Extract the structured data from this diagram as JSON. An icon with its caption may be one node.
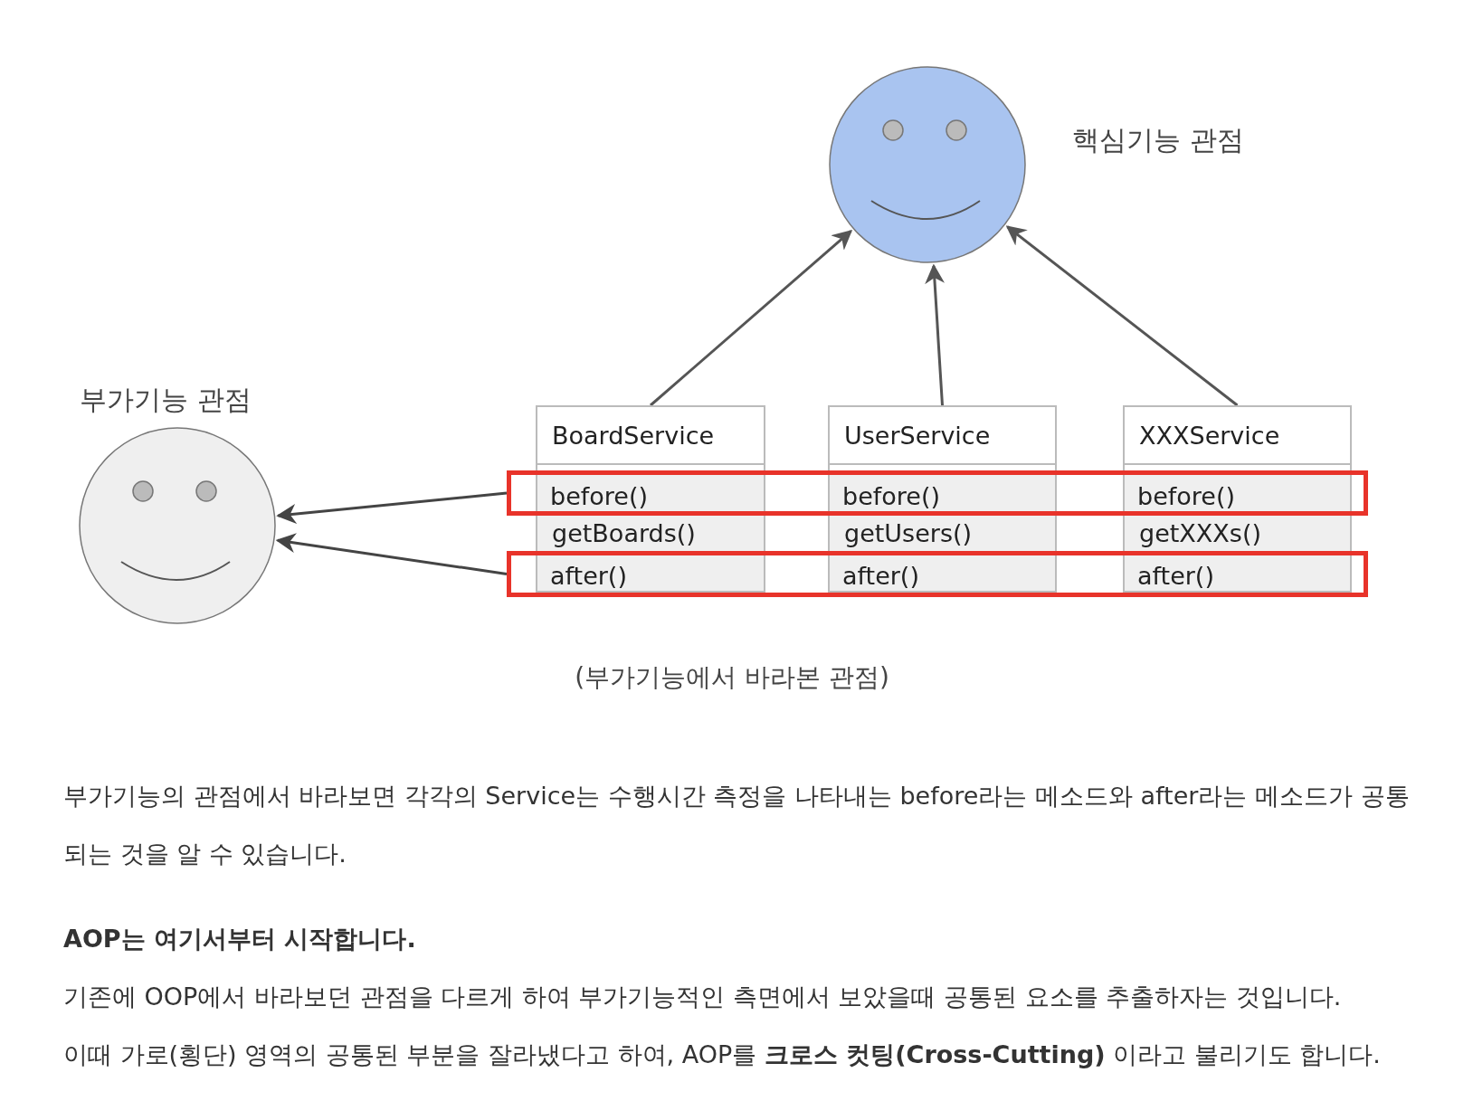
{
  "diagram": {
    "caption": "(부가기능에서 바라본 관점)",
    "nodes": [
      {
        "text": [],
        "shape": "circle",
        "beside": [
          "핵심기능 관점"
        ]
      },
      {
        "text": [],
        "shape": "circle",
        "beside": [
          "부가기능 관점"
        ]
      },
      {
        "text": [
          "BoardService",
          "getBoards()"
        ]
      },
      {
        "text": [
          "UserService",
          "getUsers()"
        ]
      },
      {
        "text": [
          "XXXService",
          "getXXXs()"
        ]
      },
      {
        "text": [
          "before()",
          "before()",
          "before()"
        ]
      },
      {
        "text": [
          "after()",
          "after()",
          "after()"
        ]
      }
    ],
    "edges": [
      {
        "from": 2,
        "to": 0,
        "arrow": "to"
      },
      {
        "from": 3,
        "to": 0,
        "arrow": "to"
      },
      {
        "from": 4,
        "to": 0,
        "arrow": "to"
      },
      {
        "from": 5,
        "to": 1,
        "arrow": "to",
        "color": "#444444"
      },
      {
        "from": 6,
        "to": 1,
        "arrow": "to",
        "color": "#444444"
      }
    ],
    "labels": [
      "부가기능의 관점에서 바라보면 각각의 Service는 수행시간 측정을 나타내는 before라는 메소드와 after라는 메소드가 공통되는 것을 알 수 있습니다.",
      "AOP는 여기서부터 시작합니다.",
      "기존에 OOP에서 바라보던 관점을 다르게 하여 부가기능적인 측면에서 보았을때 공통된 요소를 추출하자는 것입니다.",
      "이때 가로(횡단) 영역의 공통된 부분을 잘라냈다고 하여, AOP를 **크로스 컷팅(Cross-Cutting)** 이라고 불리기도 합니다."
    ]
  }
}
